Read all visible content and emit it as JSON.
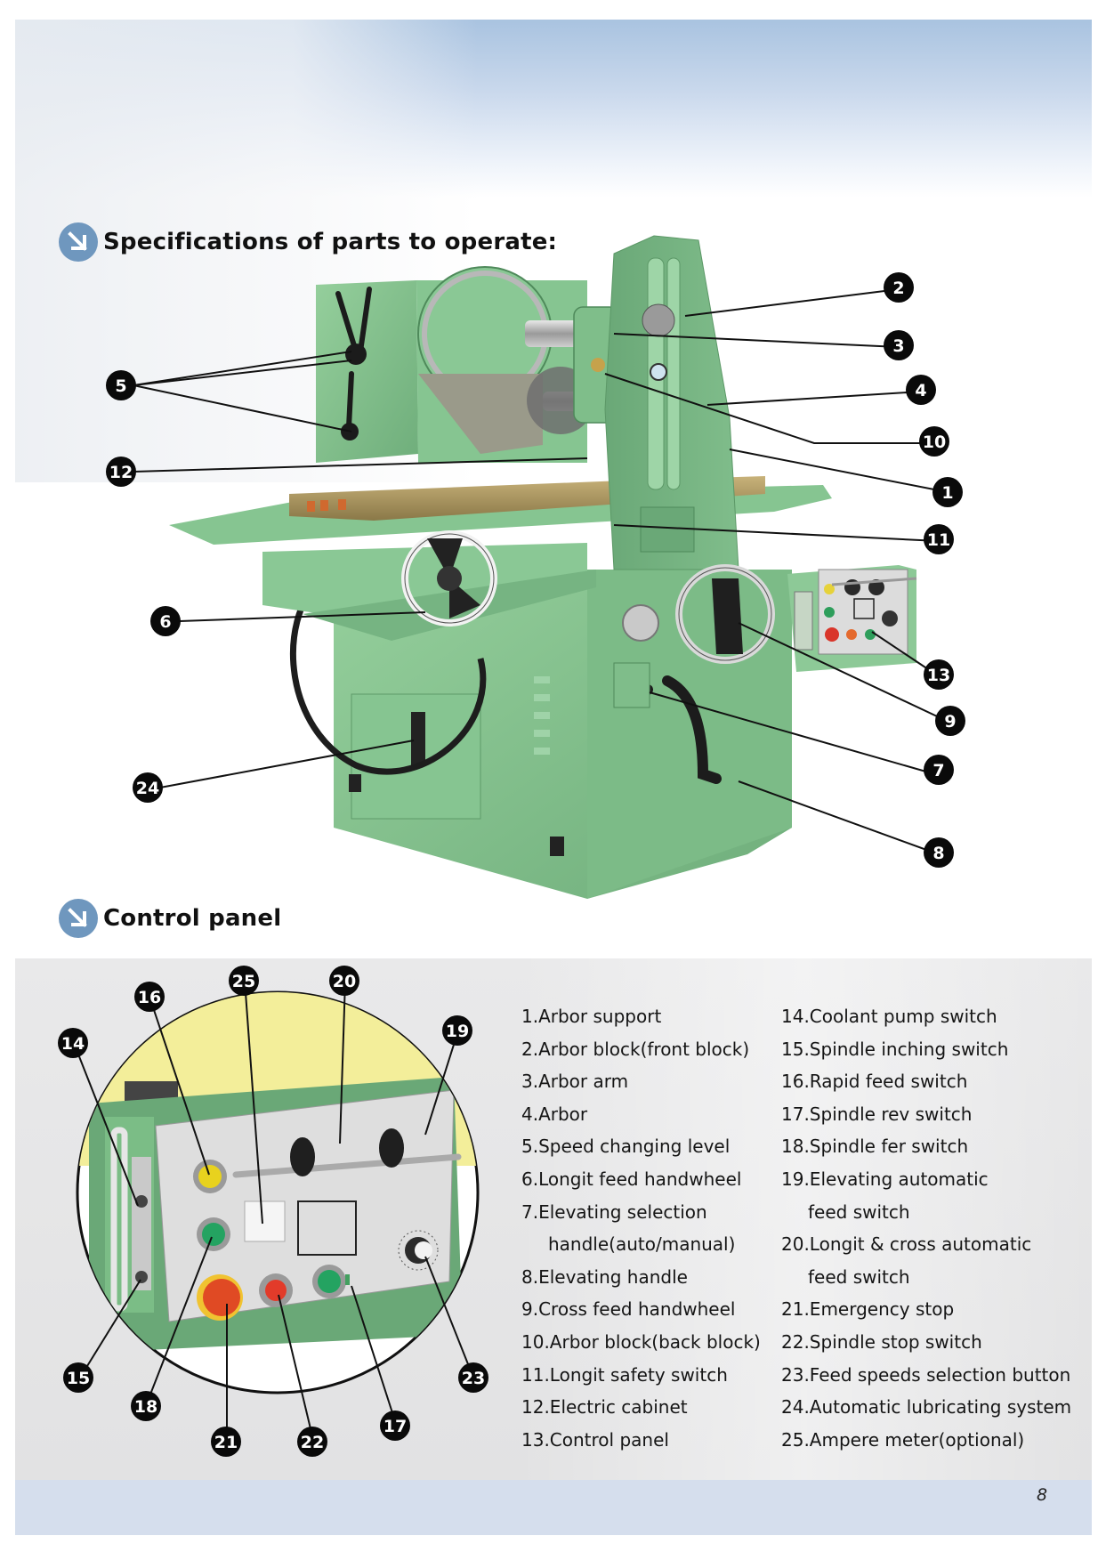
{
  "page": {
    "page_number": "8"
  },
  "sections": {
    "specifications": {
      "title": "Specifications of parts to operate:",
      "icon": "arrow-down-right-icon"
    },
    "control_panel": {
      "title": "Control panel",
      "icon": "arrow-down-right-icon"
    }
  },
  "machine_callouts": [
    "1",
    "2",
    "3",
    "4",
    "5",
    "6",
    "7",
    "8",
    "9",
    "10",
    "11",
    "12",
    "13",
    "24"
  ],
  "panel_callouts": [
    "14",
    "15",
    "16",
    "17",
    "18",
    "19",
    "20",
    "21",
    "22",
    "23",
    "25"
  ],
  "parts_legend": {
    "left_column": [
      "1.Arbor support",
      "2.Arbor block(front block)",
      "3.Arbor arm",
      "4.Arbor",
      "5.Speed changing level",
      "6.Longit feed handwheel",
      "7.Elevating selection",
      "handle(auto/manual)",
      "8.Elevating handle",
      "9.Cross feed handwheel",
      "10.Arbor block(back block)",
      "11.Longit safety switch",
      "12.Electric cabinet",
      "13.Control panel"
    ],
    "right_column": [
      "14.Coolant pump switch",
      "15.Spindle inching switch",
      "16.Rapid feed switch",
      "17.Spindle rev switch",
      "18.Spindle fer switch",
      "19.Elevating automatic",
      "feed switch",
      "20.Longit & cross automatic",
      "feed switch",
      "21.Emergency stop",
      "22.Spindle stop switch",
      "23.Feed speeds selection button",
      "24.Automatic lubricating system",
      "25.Ampere meter(optional)"
    ]
  },
  "colors": {
    "machine_green": "#7fc08a",
    "badge": "#0a0a0a",
    "section_icon": "#6f97be",
    "footer_band": "#d5deed",
    "panel_highlight": "#f3ee9a"
  }
}
